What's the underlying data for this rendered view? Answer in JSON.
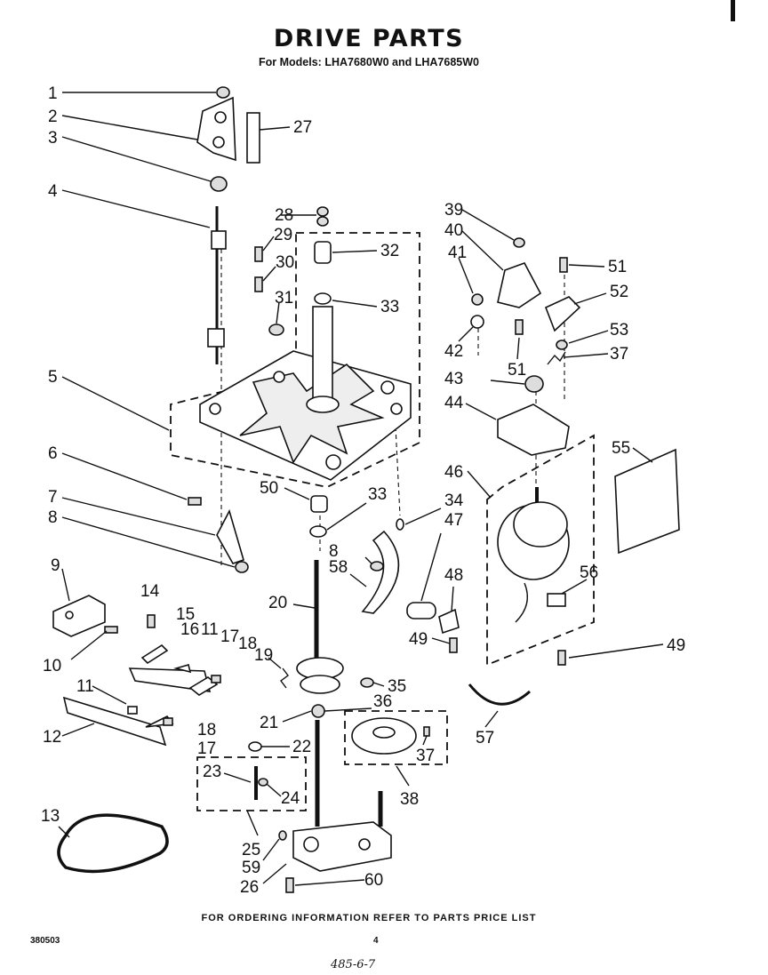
{
  "header": {
    "title": "DRIVE PARTS",
    "subtitle": "For Models: LHA7680W0 and LHA7685W0"
  },
  "footer": {
    "note": "FOR ORDERING INFORMATION REFER TO PARTS PRICE LIST",
    "code": "380503",
    "page": "4",
    "handwritten": "485-6-7"
  },
  "callouts": {
    "c1": "1",
    "c2": "2",
    "c3": "3",
    "c4": "4",
    "c5": "5",
    "c6": "6",
    "c7": "7",
    "c8a": "8",
    "c8b": "8",
    "c9": "9",
    "c10": "10",
    "c11a": "11",
    "c11b": "11",
    "c12": "12",
    "c13": "13",
    "c14": "14",
    "c15": "15",
    "c16": "16",
    "c17a": "17",
    "c17b": "17",
    "c18a": "18",
    "c18b": "18",
    "c19": "19",
    "c20": "20",
    "c21": "21",
    "c22": "22",
    "c23": "23",
    "c24": "24",
    "c25": "25",
    "c26": "26",
    "c27": "27",
    "c28": "28",
    "c29": "29",
    "c30": "30",
    "c31": "31",
    "c32": "32",
    "c33a": "33",
    "c33b": "33",
    "c34": "34",
    "c35": "35",
    "c36": "36",
    "c37a": "37",
    "c37b": "37",
    "c38": "38",
    "c39": "39",
    "c40": "40",
    "c41": "41",
    "c42": "42",
    "c43": "43",
    "c44": "44",
    "c46": "46",
    "c47": "47",
    "c48": "48",
    "c49a": "49",
    "c49b": "49",
    "c50": "50",
    "c51a": "51",
    "c51b": "51",
    "c52": "52",
    "c53": "53",
    "c55": "55",
    "c56": "56",
    "c57": "57",
    "c58": "58",
    "c59": "59",
    "c60": "60"
  }
}
